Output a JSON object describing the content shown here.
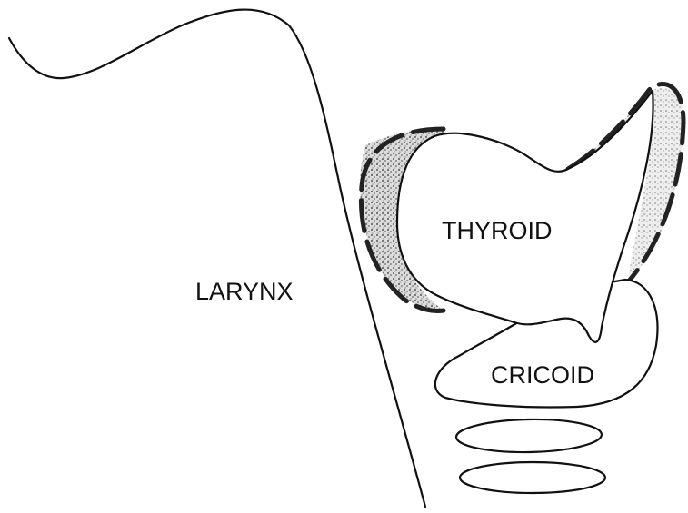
{
  "labels": {
    "larynx": "LARYNX",
    "thyroid": "THYROID",
    "cricoid": "CRICOID"
  },
  "colors": {
    "line": "#111111",
    "shading": "#777777"
  }
}
